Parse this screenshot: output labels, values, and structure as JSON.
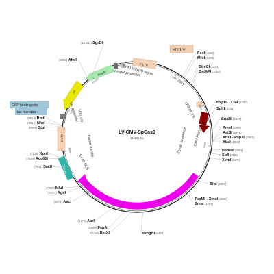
{
  "plasmid": {
    "name": "LV-CMV-SpCas9",
    "size_label": "11,131 bp",
    "length_bp": 11131,
    "backbone_color": "#222222"
  },
  "sites": [
    {
      "name": "SgrDI",
      "pos": "(10,011)",
      "bp": 10011
    },
    {
      "name": "AhdI",
      "pos": "(9890)",
      "bp": 9890
    },
    {
      "name": "FseI",
      "pos": "(1150)",
      "bp": 1150
    },
    {
      "name": "MfeI",
      "pos": "(1189)",
      "bp": 1189
    },
    {
      "name": "BbvCI",
      "pos": "(1424)",
      "bp": 1424
    },
    {
      "name": "BstAPI",
      "pos": "(1453)",
      "bp": 1453
    },
    {
      "name": "BspDI - ClaI",
      "pos": "(2180)",
      "bp": 2180
    },
    {
      "name": "SphI",
      "pos": "(2331)",
      "bp": 2331
    },
    {
      "name": "SnaBI",
      "pos": "(2617)",
      "bp": 2617
    },
    {
      "name": "PmeI",
      "pos": "(2869)",
      "bp": 2869
    },
    {
      "name": "AsiSI",
      "pos": "(2878)",
      "bp": 2878
    },
    {
      "name": "AbsI - PspXI",
      "pos": "(2882)",
      "bp": 2882
    },
    {
      "name": "XbaI",
      "pos": "(2894)",
      "bp": 2894
    },
    {
      "name": "BsmBI",
      "pos": "(3081)",
      "bp": 3081
    },
    {
      "name": "SbfI",
      "pos": "(3166)",
      "bp": 3166
    },
    {
      "name": "XcmI",
      "pos": "(3270)",
      "bp": 3270
    },
    {
      "name": "BlpI",
      "pos": "(3867)",
      "bp": 3867
    },
    {
      "name": "TspMI - XmaI",
      "pos": "(4285)",
      "bp": 4285
    },
    {
      "name": "SmaI",
      "pos": "(4287)",
      "bp": 4287
    },
    {
      "name": "BmgBI",
      "pos": "(5429)",
      "bp": 5429
    },
    {
      "name": "BstXI",
      "pos": "(5708)",
      "bp": 5708
    },
    {
      "name": "FspAI",
      "pos": "(5869)",
      "bp": 5869
    },
    {
      "name": "AarI",
      "pos": "(6179)",
      "bp": 6179
    },
    {
      "name": "AscI",
      "pos": "(6874)",
      "bp": 6874
    },
    {
      "name": "AgeI",
      "pos": "(7074)",
      "bp": 7074
    },
    {
      "name": "MluI",
      "pos": "(7087)",
      "bp": 7087
    },
    {
      "name": "SacII",
      "pos": "(7603)",
      "bp": 7603
    },
    {
      "name": "Acc65I",
      "pos": "(7824)",
      "bp": 7824
    },
    {
      "name": "KpnI",
      "pos": "(7828)",
      "bp": 7828
    },
    {
      "name": "StuI",
      "pos": "(8599)",
      "bp": 8599
    },
    {
      "name": "NheI",
      "pos": "(8610)",
      "bp": 8610
    },
    {
      "name": "BmtI",
      "pos": "(8614)",
      "bp": 8614
    }
  ],
  "features": [
    {
      "name": "Cas9",
      "kind": "cds",
      "color": "#ee00ee"
    },
    {
      "name": "CMV Promoter",
      "kind": "promoter",
      "color": "#8b0000"
    },
    {
      "name": "SV40 NLS",
      "kind": "nls",
      "color": "#2cb5a8"
    },
    {
      "name": "WPRE",
      "kind": "misc",
      "color": "#33b8a8"
    },
    {
      "name": "3' LTR",
      "kind": "ltr",
      "color": "#f5d2b5"
    },
    {
      "name": "3' LTR",
      "kind": "ltr",
      "color": "#f5d2b5"
    },
    {
      "name": "ori",
      "kind": "ori",
      "color": "#e8e800"
    },
    {
      "name": "AmpR",
      "kind": "cds",
      "color": "#a6eab0"
    },
    {
      "name": "AmpR promoter",
      "kind": "promoter",
      "color": "#bbbbbb"
    },
    {
      "name": "SV40 poly(A) signal",
      "kind": "polyA",
      "color": "#cccccc"
    },
    {
      "name": "RRE",
      "kind": "misc",
      "color": "#cccccc"
    },
    {
      "name": "cPPT/CTS",
      "kind": "misc",
      "color": "#f5d2b5"
    },
    {
      "name": "Kozak sequence",
      "kind": "misc",
      "color": "#cccccc"
    },
    {
      "name": "Factor Xa site",
      "kind": "misc",
      "color": "#cccccc"
    },
    {
      "name": "lac promoter",
      "kind": "promoter",
      "color": "#cccccc"
    },
    {
      "name": "M13 rev",
      "kind": "primer",
      "color": "#cccccc"
    },
    {
      "name": "lac operator",
      "kind": "misc",
      "color": "#cccccc"
    },
    {
      "name": "CAP binding site",
      "kind": "misc",
      "color": "#cccccc"
    },
    {
      "name": "HIV-1 Ψ",
      "kind": "misc",
      "color": "#f5d2b5"
    }
  ],
  "ticks": [
    {
      "label": "1000",
      "bp": 1000
    },
    {
      "label": "2000",
      "bp": 2000
    },
    {
      "label": "3000",
      "bp": 3000
    },
    {
      "label": "4000",
      "bp": 4000
    },
    {
      "label": "5000",
      "bp": 5000
    },
    {
      "label": "6000",
      "bp": 6000
    },
    {
      "label": "7000",
      "bp": 7000
    },
    {
      "label": "8000",
      "bp": 8000
    },
    {
      "label": "9000",
      "bp": 9000
    },
    {
      "label": "10,000",
      "bp": 10000
    }
  ]
}
